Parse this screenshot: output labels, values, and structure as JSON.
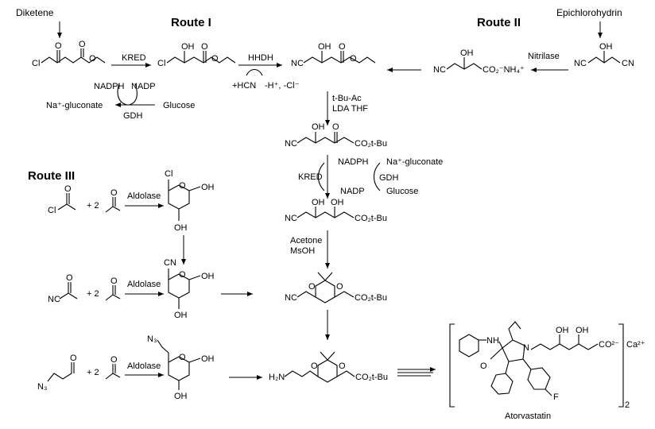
{
  "routes": {
    "r1": "Route I",
    "r2": "Route II",
    "r3": "Route III"
  },
  "starting_materials": {
    "diketene": "Diketene",
    "epichlorohydrin": "Epichlorohydrin"
  },
  "reagents": {
    "kred": "KRED",
    "nadph": "NADPH",
    "nadp": "NADP",
    "na_gluconate": "Na⁺-gluconate",
    "glucose": "Glucose",
    "gdh": "GDH",
    "hhdh": "HHDH",
    "plus_hcn": "+HCN",
    "minus_h_cl": "-H⁺, -Cl⁻",
    "nitrilase": "Nitrilase",
    "tbuac": "t-Bu-Ac",
    "lda_thf": "LDA THF",
    "acetone": "Acetone",
    "msoh": "MsOH",
    "aldolase": "Aldolase",
    "plus_two": "+ 2"
  },
  "atoms": {
    "cl": "Cl",
    "o": "O",
    "oh": "OH",
    "nc": "NC",
    "cn": "CN",
    "co2nh4": "CO₂⁻NH₄⁺",
    "co2tbu": "CO₂t-Bu",
    "n3": "N₃",
    "h2n": "H₂N",
    "nh": "NH",
    "n": "N",
    "f": "F",
    "coo": "CO²⁻",
    "ca": "Ca²⁺",
    "sub2": "2"
  },
  "product_name": "Atorvastatin"
}
